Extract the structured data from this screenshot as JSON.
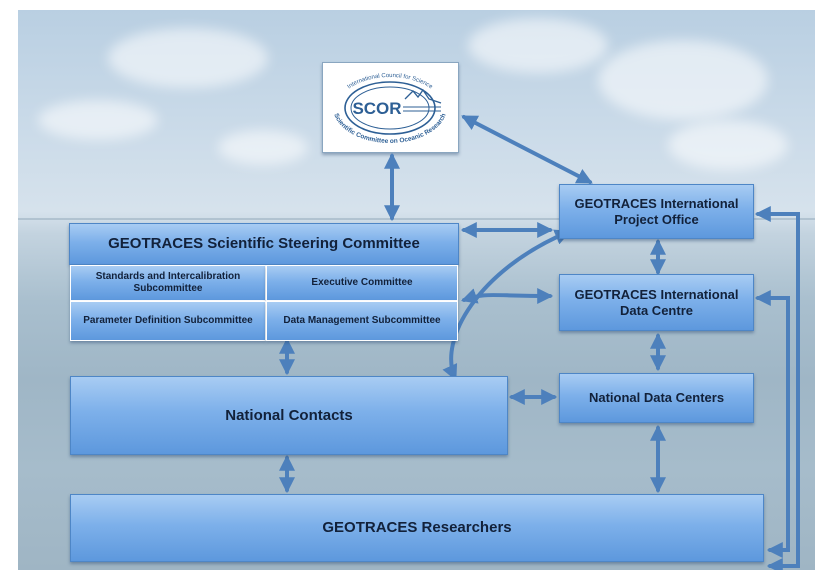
{
  "logo": {
    "acronym": "SCOR",
    "arc_top": "International Council for Science",
    "arc_bottom": "Scientific Committee on Oceanic Research"
  },
  "ssc": {
    "title": "GEOTRACES Scientific Steering Committee",
    "subcommittees": [
      "Standards and Intercalibration Subcommittee",
      "Executive Committee",
      "Parameter Definition Subcommittee",
      "Data Management Subcommittee"
    ]
  },
  "ipo": {
    "label": "GEOTRACES International Project Office"
  },
  "idc": {
    "label": "GEOTRACES International Data Centre"
  },
  "national_contacts": {
    "label": "National Contacts"
  },
  "national_data_centers": {
    "label": "National Data Centers"
  },
  "researchers": {
    "label": "GEOTRACES Researchers"
  },
  "colors": {
    "box": "#6fa6e6",
    "arrow": "#4d80bc",
    "box_text": "#12213a"
  }
}
